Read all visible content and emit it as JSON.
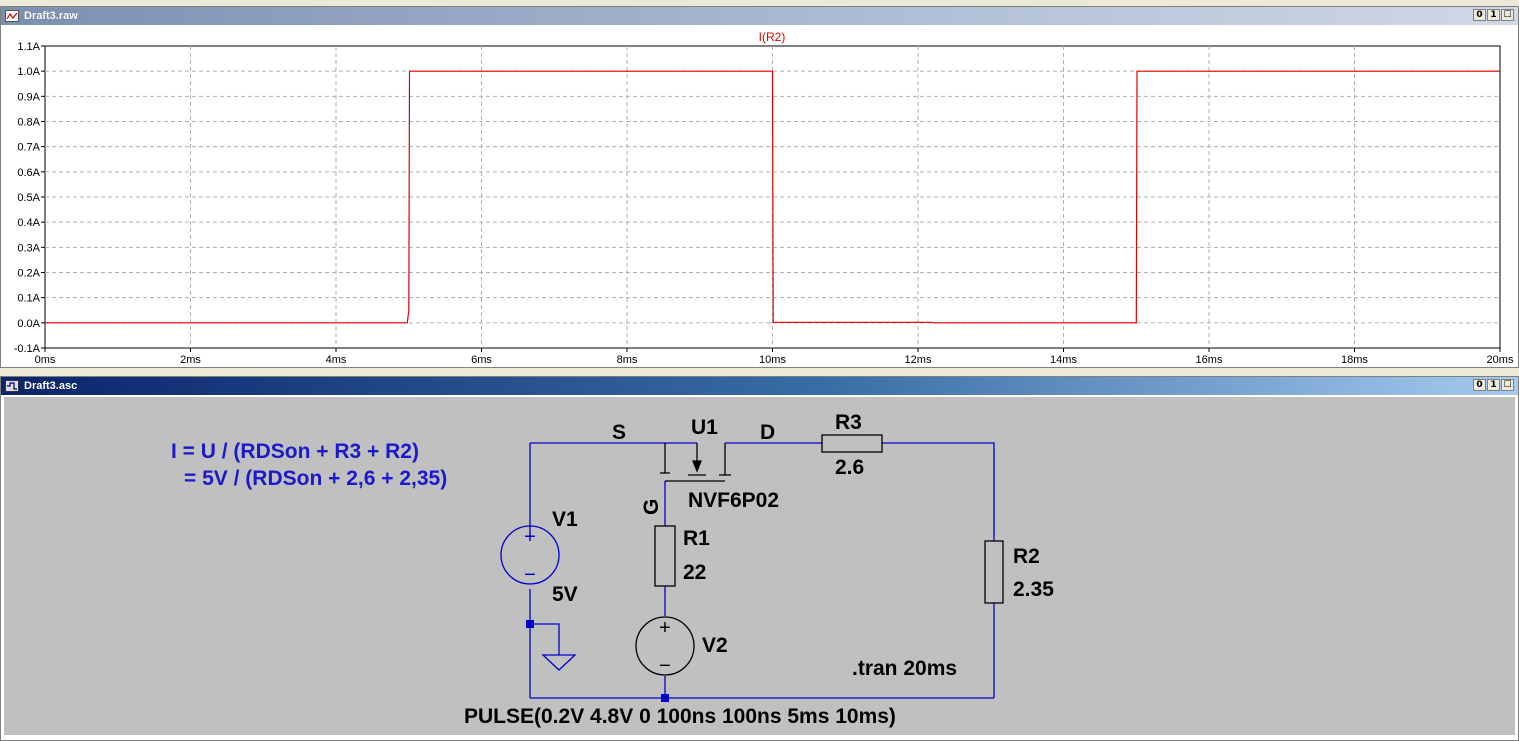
{
  "colors": {
    "trace": "#e00000",
    "wire": "#0000cc",
    "symbol_text": "#000000",
    "comment": "#1a1acc",
    "schematic_bg": "#c0c0c0",
    "plot_bg": "#ffffff"
  },
  "plot_window": {
    "title": "Draft3.raw",
    "buttons": [
      "0",
      "1",
      "☐"
    ]
  },
  "schematic_window": {
    "title": "Draft3.asc",
    "buttons": [
      "0",
      "1",
      "☐"
    ]
  },
  "chart_data": {
    "type": "line",
    "title": "I(R2)",
    "xlabel": "",
    "ylabel": "",
    "xlim": [
      0,
      20
    ],
    "ylim": [
      -0.1,
      1.1
    ],
    "x_ticks": [
      0,
      2,
      4,
      6,
      8,
      10,
      12,
      14,
      16,
      18,
      20
    ],
    "x_tick_labels": [
      "0ms",
      "2ms",
      "4ms",
      "6ms",
      "8ms",
      "10ms",
      "12ms",
      "14ms",
      "16ms",
      "18ms",
      "20ms"
    ],
    "y_ticks": [
      -0.1,
      0,
      0.1,
      0.2,
      0.3,
      0.4,
      0.5,
      0.6,
      0.7,
      0.8,
      0.9,
      1.0,
      1.1
    ],
    "y_tick_labels": [
      "-0.1A",
      "0.0A",
      "0.1A",
      "0.2A",
      "0.3A",
      "0.4A",
      "0.5A",
      "0.6A",
      "0.7A",
      "0.8A",
      "0.9A",
      "1.0A",
      "1.1A"
    ],
    "grid": true,
    "series": [
      {
        "name": "I(R2)",
        "x": [
          0,
          4.98,
          5.0,
          5.01,
          10.0,
          10.01,
          12.2,
          12.21,
          15.0,
          15.01,
          20.0
        ],
        "y": [
          0.0,
          0.0,
          0.05,
          1.0,
          1.0,
          0.002,
          0.002,
          0.0,
          0.0,
          1.0,
          1.0
        ]
      }
    ]
  },
  "schematic": {
    "formula_line1": "I = U / (RDSon + R3 + R2)",
    "formula_line2": "= 5V / (RDSon + 2,6 + 2,35)",
    "mosfet": {
      "name": "U1",
      "model": "NVF6P02",
      "pin_s": "S",
      "pin_d": "D",
      "pin_g": "G"
    },
    "v1": {
      "name": "V1",
      "value": "5V"
    },
    "v2": {
      "name": "V2",
      "value": "PULSE(0.2V 4.8V 0 100ns 100ns 5ms 10ms)"
    },
    "r1": {
      "name": "R1",
      "value": "22"
    },
    "r2": {
      "name": "R2",
      "value": "2.35"
    },
    "r3": {
      "name": "R3",
      "value": "2.6"
    },
    "directive": ".tran 20ms"
  }
}
